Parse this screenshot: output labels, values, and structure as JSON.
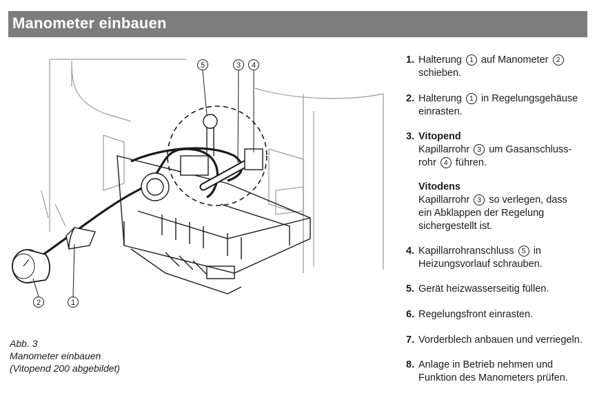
{
  "header": {
    "title": "Manometer einbauen"
  },
  "figure": {
    "callouts": {
      "c1": "1",
      "c2": "2",
      "c3": "3",
      "c4": "4",
      "c5": "5"
    },
    "caption": {
      "line1": "Abb. 3",
      "line2": "Manometer einbauen",
      "line3": "(Vitopend 200 abgebildet)"
    }
  },
  "steps": {
    "s1": {
      "num": "1.",
      "a": "Halterung",
      "r1": "1",
      "b": "auf Manometer",
      "r2": "2",
      "c": "schieben."
    },
    "s2": {
      "num": "2.",
      "a": "Halterung",
      "r1": "1",
      "b": "in Regelungsgehäuse",
      "c": "einrasten."
    },
    "s3": {
      "num": "3.",
      "heading": "Vitopend",
      "a": "Kapillarrohr",
      "r1": "3",
      "b": "um Gasanschluss-",
      "c": "rohr",
      "r2": "4",
      "d": "führen."
    },
    "s3b": {
      "heading": "Vitodens",
      "a": "Kapillarrohr",
      "r1": "3",
      "b": "so verlegen, dass",
      "c": "ein Abklappen der Regelung",
      "d": "sichergestellt ist."
    },
    "s4": {
      "num": "4.",
      "a": "Kapillarrohranschluss",
      "r1": "5",
      "b": "in",
      "c": "Heizungsvorlauf schrauben."
    },
    "s5": {
      "num": "5.",
      "a": "Gerät heizwasserseitig füllen."
    },
    "s6": {
      "num": "6.",
      "a": "Regelungsfront einrasten."
    },
    "s7": {
      "num": "7.",
      "a": "Vorderblech anbauen und verriegeln."
    },
    "s8": {
      "num": "8.",
      "a": "Anlage in Betrieb nehmen und",
      "b": "Funktion des Manometers prüfen."
    }
  }
}
